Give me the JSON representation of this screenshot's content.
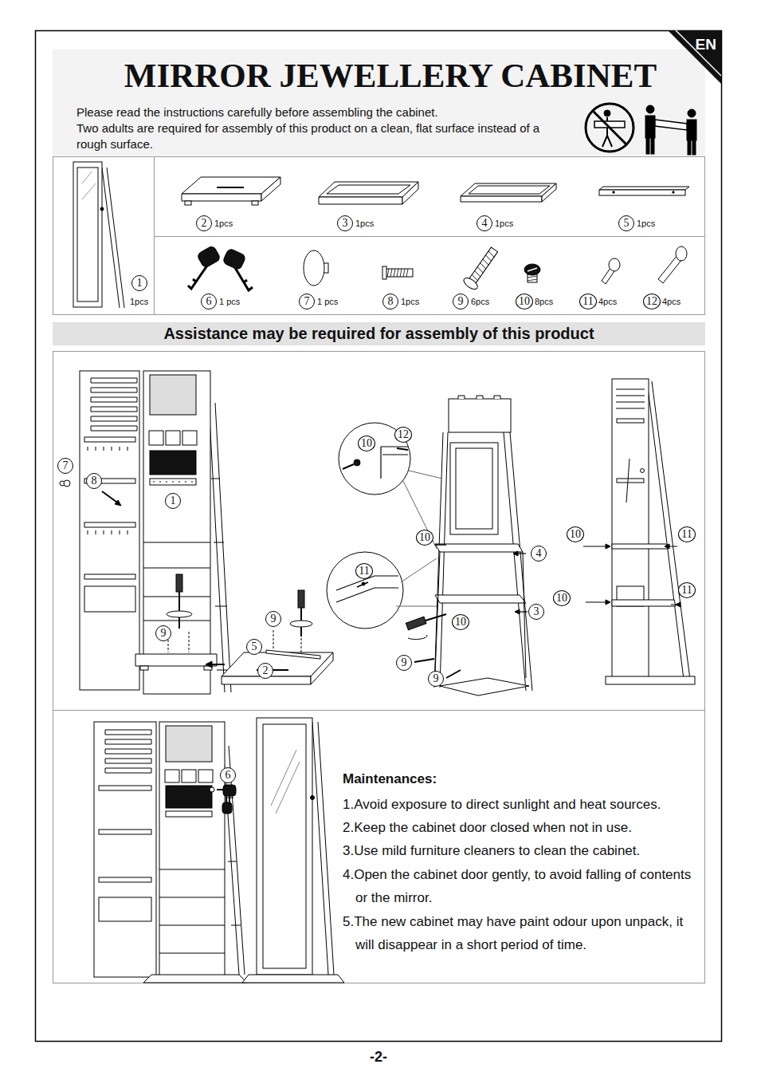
{
  "diagram": {
    "title": "MIRROR JEWELLERY CABINET",
    "nodes": [
      {
        "text": [
          "EN"
        ]
      },
      {
        "text": [
          "1"
        ]
      },
      {
        "text": [
          "2"
        ]
      },
      {
        "text": [
          "3"
        ]
      },
      {
        "text": [
          "4"
        ]
      },
      {
        "text": [
          "5"
        ]
      },
      {
        "text": [
          "6"
        ]
      },
      {
        "text": [
          "7"
        ]
      },
      {
        "text": [
          "8"
        ]
      },
      {
        "text": [
          "9"
        ]
      },
      {
        "text": [
          "10"
        ]
      },
      {
        "text": [
          "11"
        ]
      },
      {
        "text": [
          "12"
        ]
      },
      {
        "text": [
          "Assistance may be required for assembly of this product"
        ]
      },
      {
        "text": [
          "7"
        ]
      },
      {
        "text": [
          "8"
        ]
      },
      {
        "text": [
          "1"
        ]
      },
      {
        "text": [
          "9"
        ]
      },
      {
        "text": [
          "9"
        ]
      },
      {
        "text": [
          "5"
        ]
      },
      {
        "text": [
          "2"
        ]
      },
      {
        "text": [
          "10"
        ]
      },
      {
        "text": [
          "12"
        ]
      },
      {
        "text": [
          "10"
        ]
      },
      {
        "text": [
          "4"
        ]
      },
      {
        "text": [
          "11"
        ]
      },
      {
        "text": [
          "10"
        ]
      },
      {
        "text": [
          "3"
        ]
      },
      {
        "text": [
          "9"
        ]
      },
      {
        "text": [
          "9"
        ]
      },
      {
        "text": [
          "10"
        ]
      },
      {
        "text": [
          "11"
        ]
      },
      {
        "text": [
          "11"
        ]
      },
      {
        "text": [
          "10"
        ]
      },
      {
        "text": [
          "6"
        ]
      }
    ],
    "labels": [
      "Please read the instructions carefully before assembling the cabinet.",
      "Two adults are required for assembly of this product on a clean, flat surface instead of a rough surface.",
      "1pcs",
      "1pcs",
      "1pcs",
      "1pcs",
      "1pcs",
      "1 pcs",
      "1 pcs",
      "1pcs",
      "6pcs",
      "8pcs",
      "4pcs",
      "4pcs",
      "Maintenances:",
      "1.Avoid exposure to direct sunlight and heat sources.",
      "2.Keep the cabinet door closed when not in use.",
      "3.Use mild furniture cleaners to clean the cabinet.",
      "4.Open the cabinet door gently, to avoid falling of contents or the mirror.",
      "5.The new cabinet may have paint odour upon unpack, it will disappear in a short period of time.",
      "-2-"
    ]
  }
}
